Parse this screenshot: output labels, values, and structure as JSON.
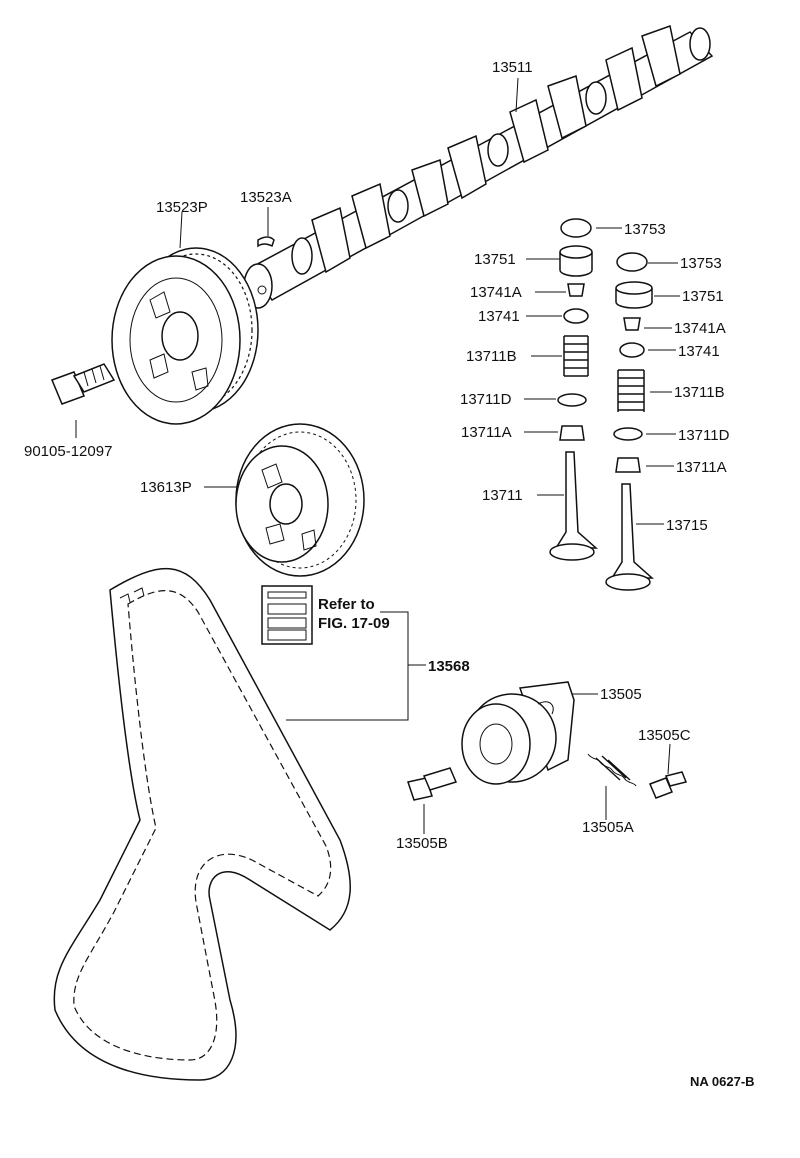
{
  "labels": {
    "camshaft": "13511",
    "timing_pulley_large": "13523P",
    "pulley_key": "13523A",
    "pulley_bolt": "90105-12097",
    "cam_pulley": "13613P",
    "retainer_cap": "13753",
    "retainer_cap_2": "13753",
    "lifter": "13751",
    "lifter_2": "13751",
    "keeper_a": "13741A",
    "keeper_a_2": "13741A",
    "keeper": "13741",
    "keeper_2": "13741",
    "spring_b": "13711B",
    "spring_b_2": "13711B",
    "seat_d": "13711D",
    "seat_d_2": "13711D",
    "seal_a": "13711A",
    "seal_a_2": "13711A",
    "intake_valve": "13711",
    "exhaust_valve": "13715",
    "timing_belt": "13568",
    "tensioner": "13505",
    "tensioner_bolt_c": "13505C",
    "tensioner_bolt_b": "13505B",
    "tension_spring": "13505A"
  },
  "reference": {
    "line1": "Refer to",
    "line2": "FIG. 17-09"
  },
  "figure_code": "NA 0627-B"
}
